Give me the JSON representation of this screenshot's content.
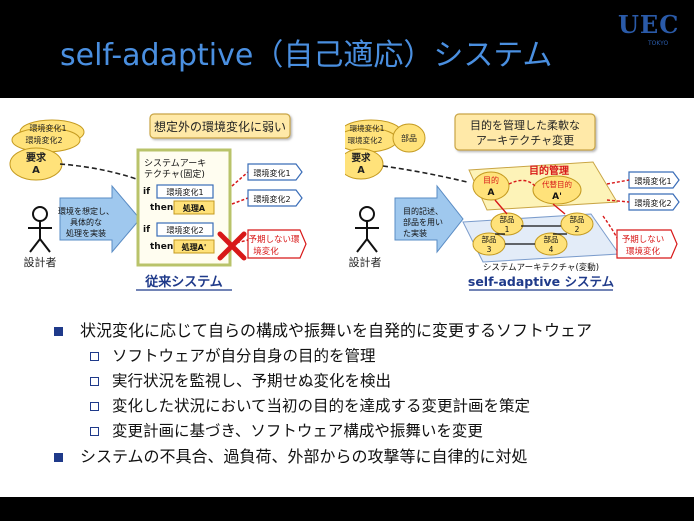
{
  "slide": {
    "title": "self-adaptive（自己適応）システム",
    "logo": {
      "text": "UEC",
      "sub": "TOKYO"
    }
  },
  "diagram_left": {
    "callout": "想定外の環境変化に弱い",
    "env_cloud_1": "環境変化1",
    "env_cloud_2": "環境変化2",
    "req_cloud_line1": "要求",
    "req_cloud_line2": "A",
    "designer_label": "設計者",
    "arrow_text_1": "環境を想定し、",
    "arrow_text_2": "具体的な",
    "arrow_text_3": "処理を実装",
    "arch_line1": "システムアーキ",
    "arch_line2": "テクチャ(固定)",
    "if_1": "if",
    "cond_1": "環境変化1",
    "then_1": "then",
    "proc_1": "処理A",
    "if_2": "if",
    "cond_2": "環境変化2",
    "then_2": "then",
    "proc_2": "処理A'",
    "out_env_1": "環境変化1",
    "out_env_2": "環境変化2",
    "unexpected_1": "予期しない環",
    "unexpected_2": "境変化",
    "caption": "従来システム"
  },
  "diagram_right": {
    "callout_line1": "目的を管理した柔軟な",
    "callout_line2": "アーキテクチャ変更",
    "env_cloud_1": "環境変化1",
    "env_cloud_2": "環境変化2",
    "parts_cloud": "部品",
    "req_cloud_line1": "要求",
    "req_cloud_line2": "A",
    "designer_label": "設計者",
    "arrow_text_1": "目的記述、",
    "arrow_text_2": "部品を用い",
    "arrow_text_3": "た実装",
    "goal_mgmt": "目的管理",
    "goal_line1": "目的",
    "goal_line2": "A",
    "alt_goal_line1": "代替目的",
    "alt_goal_line2": "A'",
    "part_1_line1": "部品",
    "part_1_line2": "1",
    "part_2_line1": "部品",
    "part_2_line2": "2",
    "part_3_line1": "部品",
    "part_3_line2": "3",
    "part_4_line1": "部品",
    "part_4_line2": "4",
    "arch_label": "システムアーキテクチャ(変動)",
    "out_env_1": "環境変化1",
    "out_env_2": "環境変化2",
    "unexpected_1": "予期しない",
    "unexpected_2": "環境変化",
    "caption": "self-adaptive システム"
  },
  "bullets": {
    "main_1": "状況変化に応じて自らの構成や振舞いを自発的に変更するソフトウェア",
    "sub": [
      "ソフトウェアが自分自身の目的を管理",
      "実行状況を監視し、予期せぬ変化を検出",
      "変化した状況において当初の目的を達成する変更計画を策定",
      "変更計画に基づき、ソフトウェア構成や振舞いを変更"
    ],
    "main_2": "システムの不具合、過負荷、外部からの攻撃等に自律的に対処"
  },
  "colors": {
    "title_blue": "#4a8fe0",
    "callout_fill": "#ffe9a8",
    "cloud_fill": "#ffe27a",
    "arrow_fill": "#9fc8ee",
    "red_text": "#d81818",
    "caption_blue": "#1f3a8a"
  }
}
